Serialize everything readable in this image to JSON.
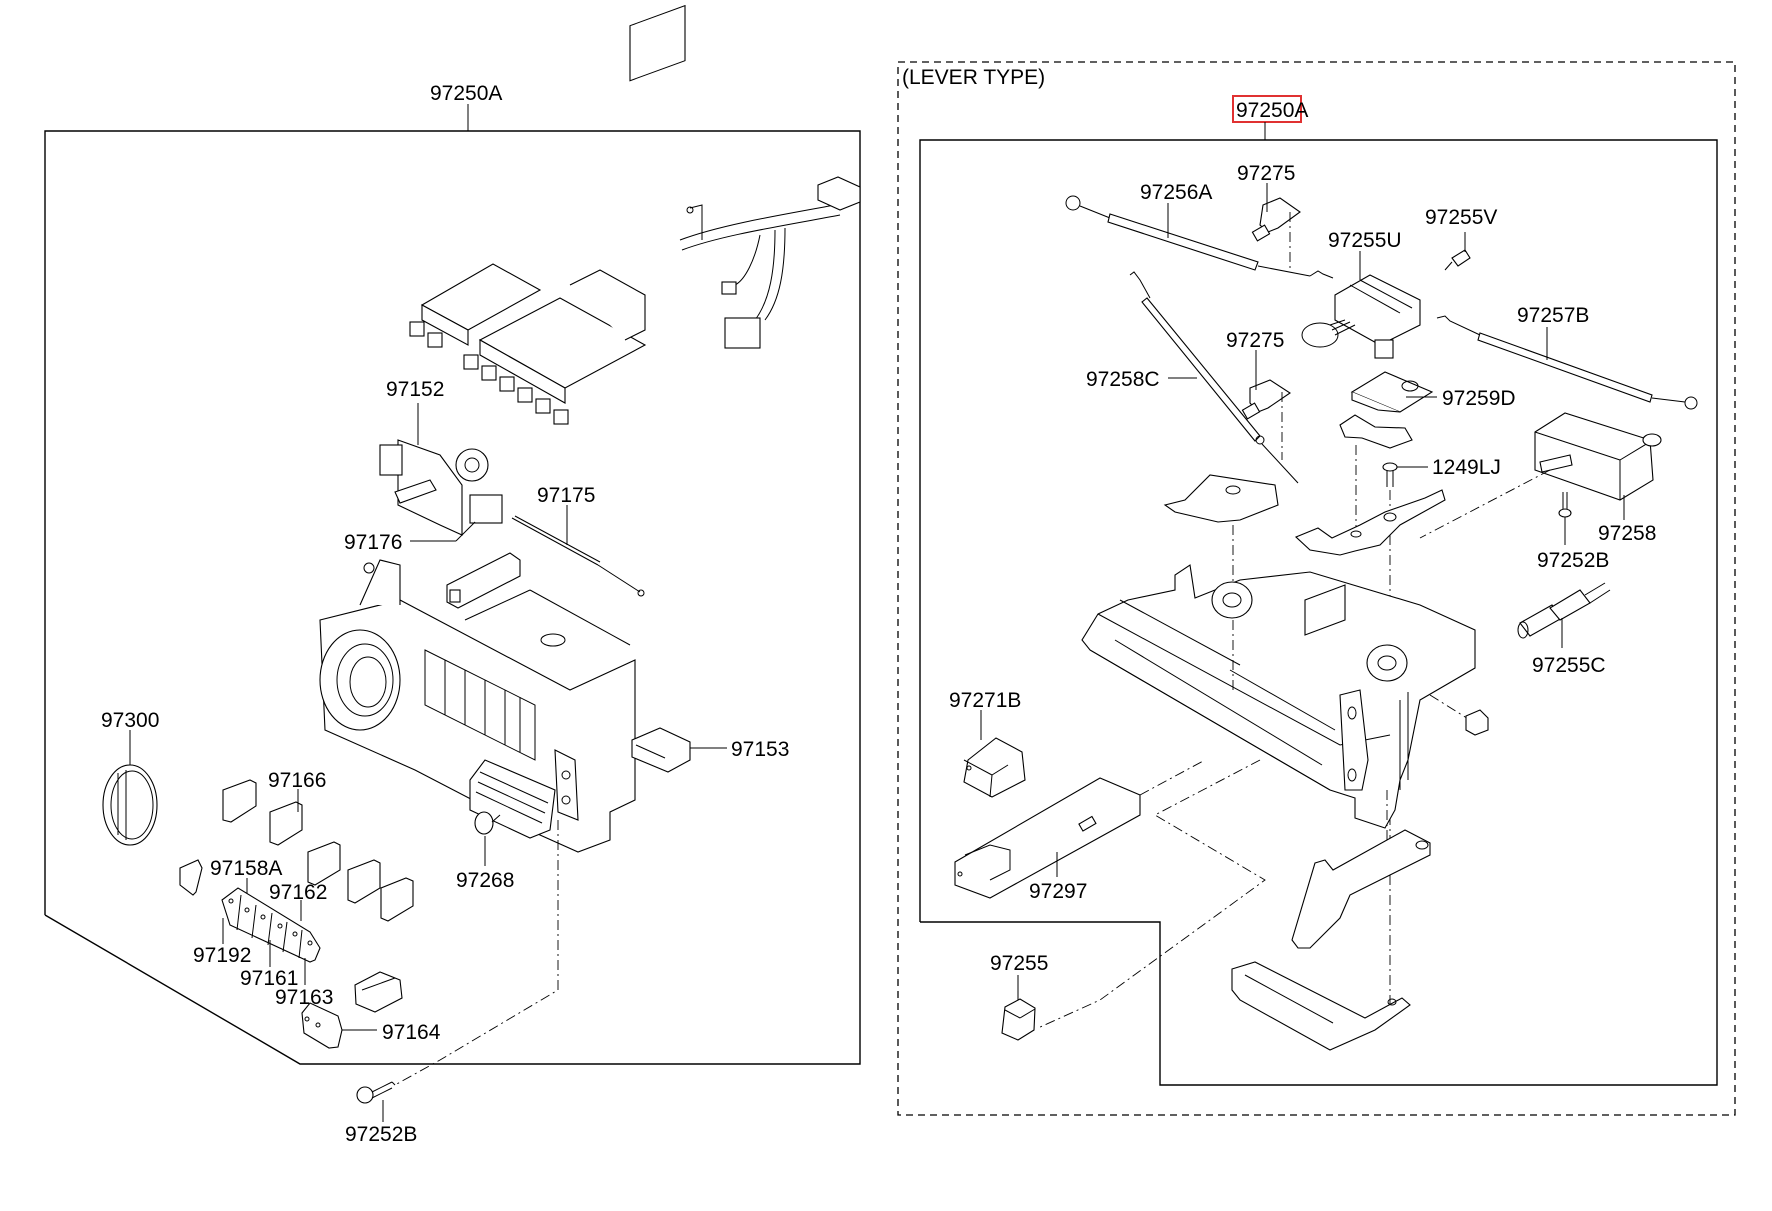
{
  "diagram": {
    "type": "exploded parts diagram",
    "highlight_color": "#e03131",
    "left_assembly": {
      "assembly_label": "97250A",
      "parts": {
        "p97152": "97152",
        "p97175": "97175",
        "p97176": "97176",
        "p97300": "97300",
        "p97166": "97166",
        "p97153": "97153",
        "p97158A": "97158A",
        "p97162": "97162",
        "p97192": "97192",
        "p97161": "97161",
        "p97163": "97163",
        "p97268": "97268",
        "p97164": "97164",
        "p97252B": "97252B"
      }
    },
    "right_assembly": {
      "variant_title": "(LEVER TYPE)",
      "assembly_label": "97250A",
      "assembly_label_highlighted": true,
      "parts": {
        "p97275a": "97275",
        "p97256A": "97256A",
        "p97255V": "97255V",
        "p97255U": "97255U",
        "p97257B": "97257B",
        "p97275b": "97275",
        "p97258C": "97258C",
        "p97259D": "97259D",
        "p1249LJ": "1249LJ",
        "p97258": "97258",
        "p97252B": "97252B",
        "p97255C": "97255C",
        "p97271B": "97271B",
        "p97297": "97297",
        "p97255": "97255"
      }
    }
  }
}
